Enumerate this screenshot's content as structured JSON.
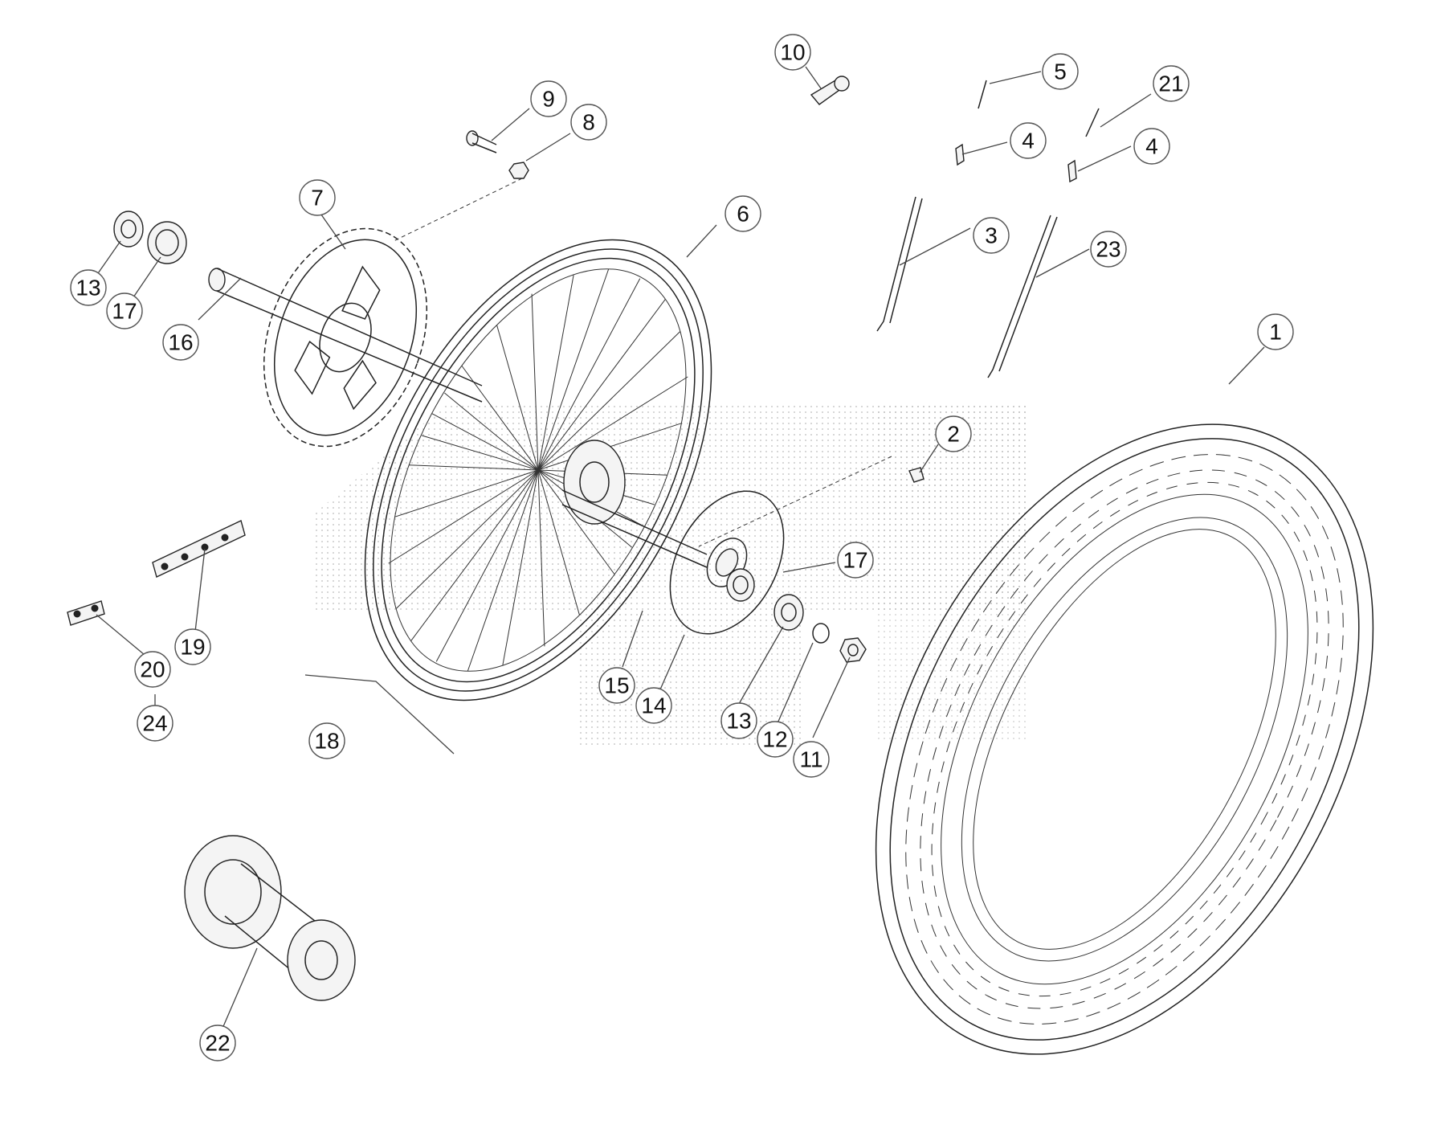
{
  "diagram": {
    "callouts": [
      {
        "id": "c1",
        "label": "1"
      },
      {
        "id": "c2",
        "label": "2"
      },
      {
        "id": "c3",
        "label": "3"
      },
      {
        "id": "c4a",
        "label": "4"
      },
      {
        "id": "c4b",
        "label": "4"
      },
      {
        "id": "c5",
        "label": "5"
      },
      {
        "id": "c6",
        "label": "6"
      },
      {
        "id": "c7",
        "label": "7"
      },
      {
        "id": "c8",
        "label": "8"
      },
      {
        "id": "c9",
        "label": "9"
      },
      {
        "id": "c10",
        "label": "10"
      },
      {
        "id": "c11",
        "label": "11"
      },
      {
        "id": "c12",
        "label": "12"
      },
      {
        "id": "c13a",
        "label": "13"
      },
      {
        "id": "c13b",
        "label": "13"
      },
      {
        "id": "c14",
        "label": "14"
      },
      {
        "id": "c15",
        "label": "15"
      },
      {
        "id": "c16",
        "label": "16"
      },
      {
        "id": "c17a",
        "label": "17"
      },
      {
        "id": "c17b",
        "label": "17"
      },
      {
        "id": "c18",
        "label": "18"
      },
      {
        "id": "c19",
        "label": "19"
      },
      {
        "id": "c20",
        "label": "20"
      },
      {
        "id": "c21",
        "label": "21"
      },
      {
        "id": "c22",
        "label": "22"
      },
      {
        "id": "c23",
        "label": "23"
      },
      {
        "id": "c24",
        "label": "24"
      }
    ]
  }
}
